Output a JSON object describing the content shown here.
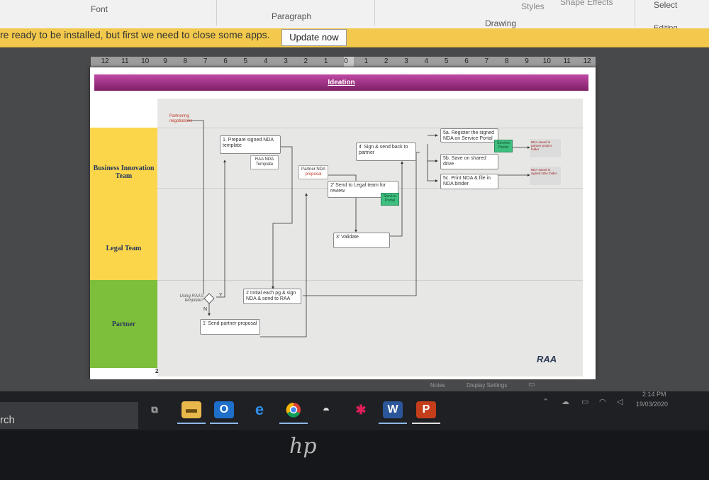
{
  "ribbon": {
    "font_label": "Font",
    "paragraph_label": "Paragraph",
    "drawing_label": "Drawing",
    "styles_label": "Styles",
    "shape_effects_label": "Shape Effects",
    "select_label": "Select",
    "editing_label": "Editing"
  },
  "update_bar": {
    "message": "re ready to be installed, but first we need to close some apps.",
    "button_label": "Update now"
  },
  "ruler": {
    "ticks": [
      "12",
      "11",
      "10",
      "9",
      "8",
      "7",
      "6",
      "5",
      "4",
      "3",
      "2",
      "1",
      "0",
      "1",
      "2",
      "3",
      "4",
      "5",
      "6",
      "7",
      "8",
      "9",
      "10",
      "11",
      "12"
    ]
  },
  "slide": {
    "title": "Ideation",
    "lanes": {
      "business": "Business Innovation Team",
      "legal": "Legal Team",
      "partner": "Partner"
    },
    "docs": {
      "partnering_negotiations": "Partnering negotiations",
      "raa_nda_template": "RAA NDA Template",
      "partner_nda_proposal_title": "Partner NDA",
      "partner_nda_proposal_sub": "proposal",
      "nda_saved_partner": "NDA saved in partner project folder",
      "nda_saved_signed": "NDA saved in signed NDA folder"
    },
    "steps": {
      "s1": "1. Prepare signed NDA template",
      "s2": "2' Send to Legal team for review",
      "s3": "3' Validate",
      "s4": "4' Sign & send back to partner",
      "s5a": "5a. Register the signed NDA on Service Portal",
      "s5b": "5b. Save on shared drive",
      "s5c": "5c. Print NDA & file in NDA binder",
      "p1": "1' Send partner proposal",
      "p2": "2 Initial each pg & sign NDA & send to RAA"
    },
    "tags": {
      "service_portal_1": "Service Portal",
      "service_portal_2": "Service Portal"
    },
    "decision": {
      "question": "Using RAA's template?",
      "yes": "Y",
      "no": "N"
    },
    "logo": "RAA",
    "page_number": "2"
  },
  "statusbar": {
    "notes": "Notes",
    "display_settings": "Display Settings"
  },
  "taskbar": {
    "search_text": "rch",
    "time": "2:14 PM",
    "date": "19/03/2020"
  },
  "bezel": {
    "brand": "hp"
  },
  "colors": {
    "update_bar": "#f2c94c",
    "title_bar": "#9b2f86",
    "lane_yellow": "#fbd64b",
    "lane_green": "#7dbe3a",
    "service_portal": "#3fbf7f"
  }
}
